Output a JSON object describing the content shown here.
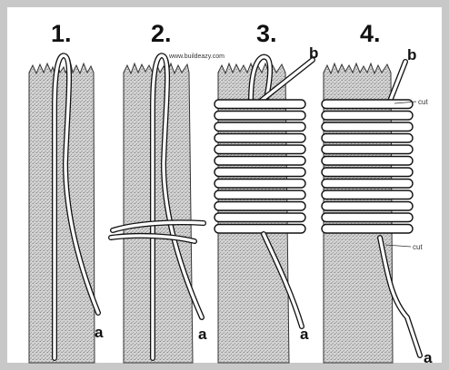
{
  "website": "www.buildeazy.com",
  "colors": {
    "frame": "#c8c8c8",
    "rope_fill": "#d0d0d0",
    "rope_dark": "#7d7d7d",
    "cord": "#ffffff",
    "ink": "#111111"
  },
  "steps": [
    {
      "number": "1.",
      "ends": [
        "a"
      ],
      "labels": []
    },
    {
      "number": "2.",
      "ends": [
        "a"
      ],
      "labels": []
    },
    {
      "number": "3.",
      "ends": [
        "b",
        "a"
      ],
      "labels": []
    },
    {
      "number": "4.",
      "ends": [
        "b",
        "a"
      ],
      "labels": [
        "cut",
        "cut"
      ]
    }
  ]
}
